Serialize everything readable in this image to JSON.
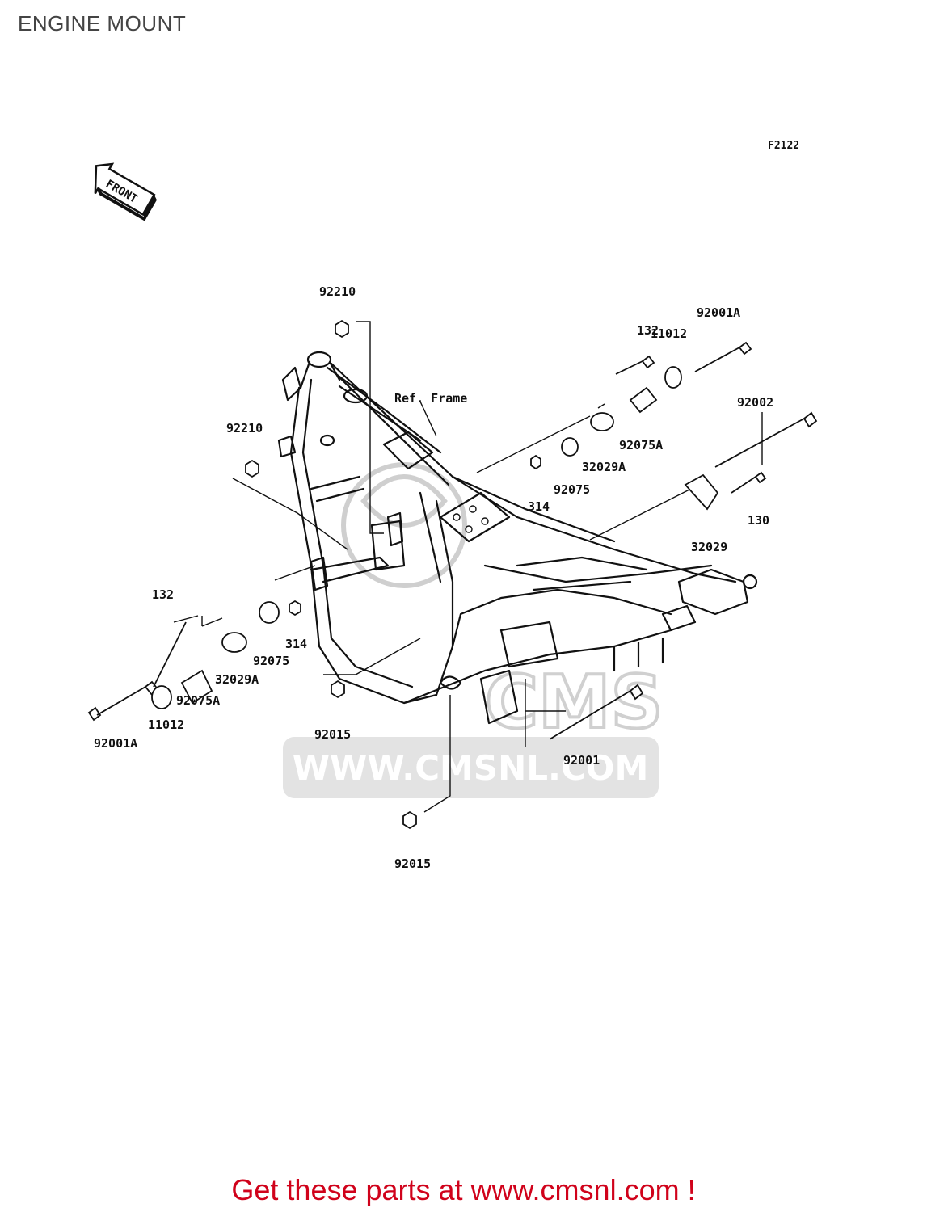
{
  "title": "ENGINE MOUNT",
  "figure_code": "F2122",
  "front_marker": "FRONT",
  "ref_label": "Ref. Frame",
  "watermark_text": "WWW.CMSNL.COM",
  "watermark_logo": "CMS",
  "parts": {
    "p92210_top": "92210",
    "p92210_left": "92210",
    "p132_right": "132",
    "p11012_right": "11012",
    "p92001A_right": "92001A",
    "p92002": "92002",
    "p92075A_right": "92075A",
    "p32029A_right": "32029A",
    "p92075_right": "92075",
    "p314_right": "314",
    "p130": "130",
    "p32029": "32029",
    "p132_left": "132",
    "p92075_left": "92075",
    "p314_left": "314",
    "p32029A_left": "32029A",
    "p92075A_left": "92075A",
    "p11012_left": "11012",
    "p92001A_left": "92001A",
    "p92015_mid": "92015",
    "p92001": "92001",
    "p92015_bottom": "92015"
  },
  "cta": "Get these parts at www.cmsnl.com !",
  "colors": {
    "cta": "#d0021b",
    "ink": "#111111",
    "watermark": "#cfcfcf"
  }
}
